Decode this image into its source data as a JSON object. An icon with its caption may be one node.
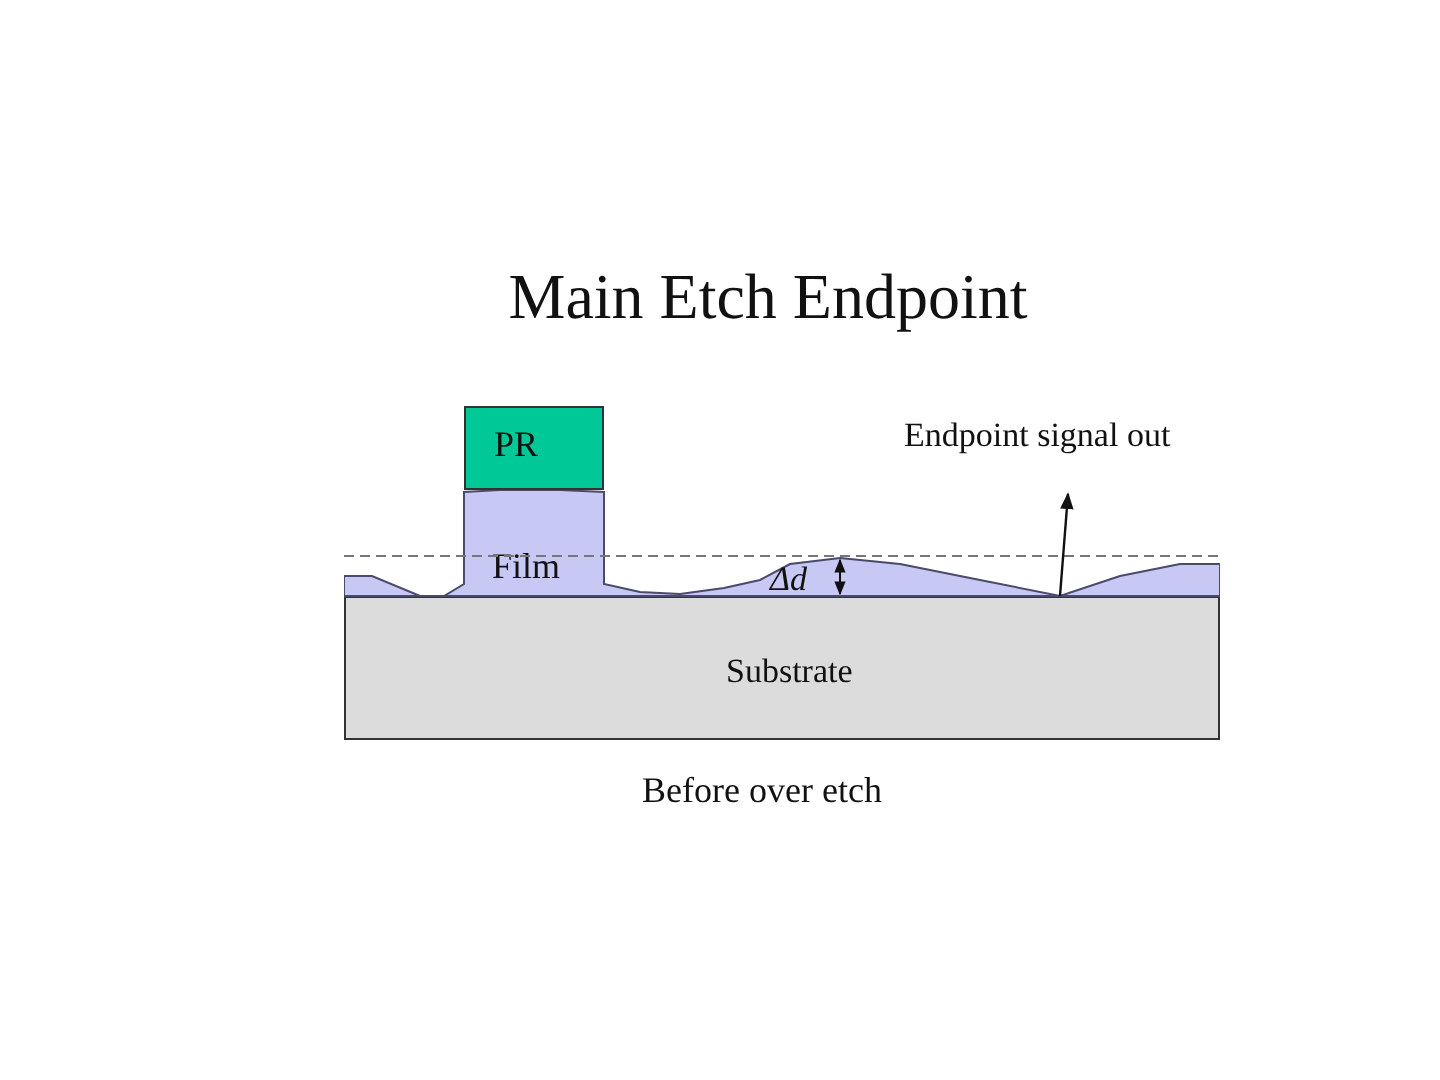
{
  "diagram": {
    "title": "Main Etch Endpoint",
    "caption": "Before over etch",
    "nodes": [
      {
        "text": [
          "PR"
        ]
      },
      {
        "text": [
          "Film"
        ]
      },
      {
        "text": [
          "Substrate"
        ]
      },
      {
        "text": [
          "Endpoint signal out"
        ]
      }
    ],
    "edges": [
      {
        "from": 1,
        "to": 3,
        "arrow": "to"
      }
    ],
    "labels": [
      "Δd"
    ]
  }
}
